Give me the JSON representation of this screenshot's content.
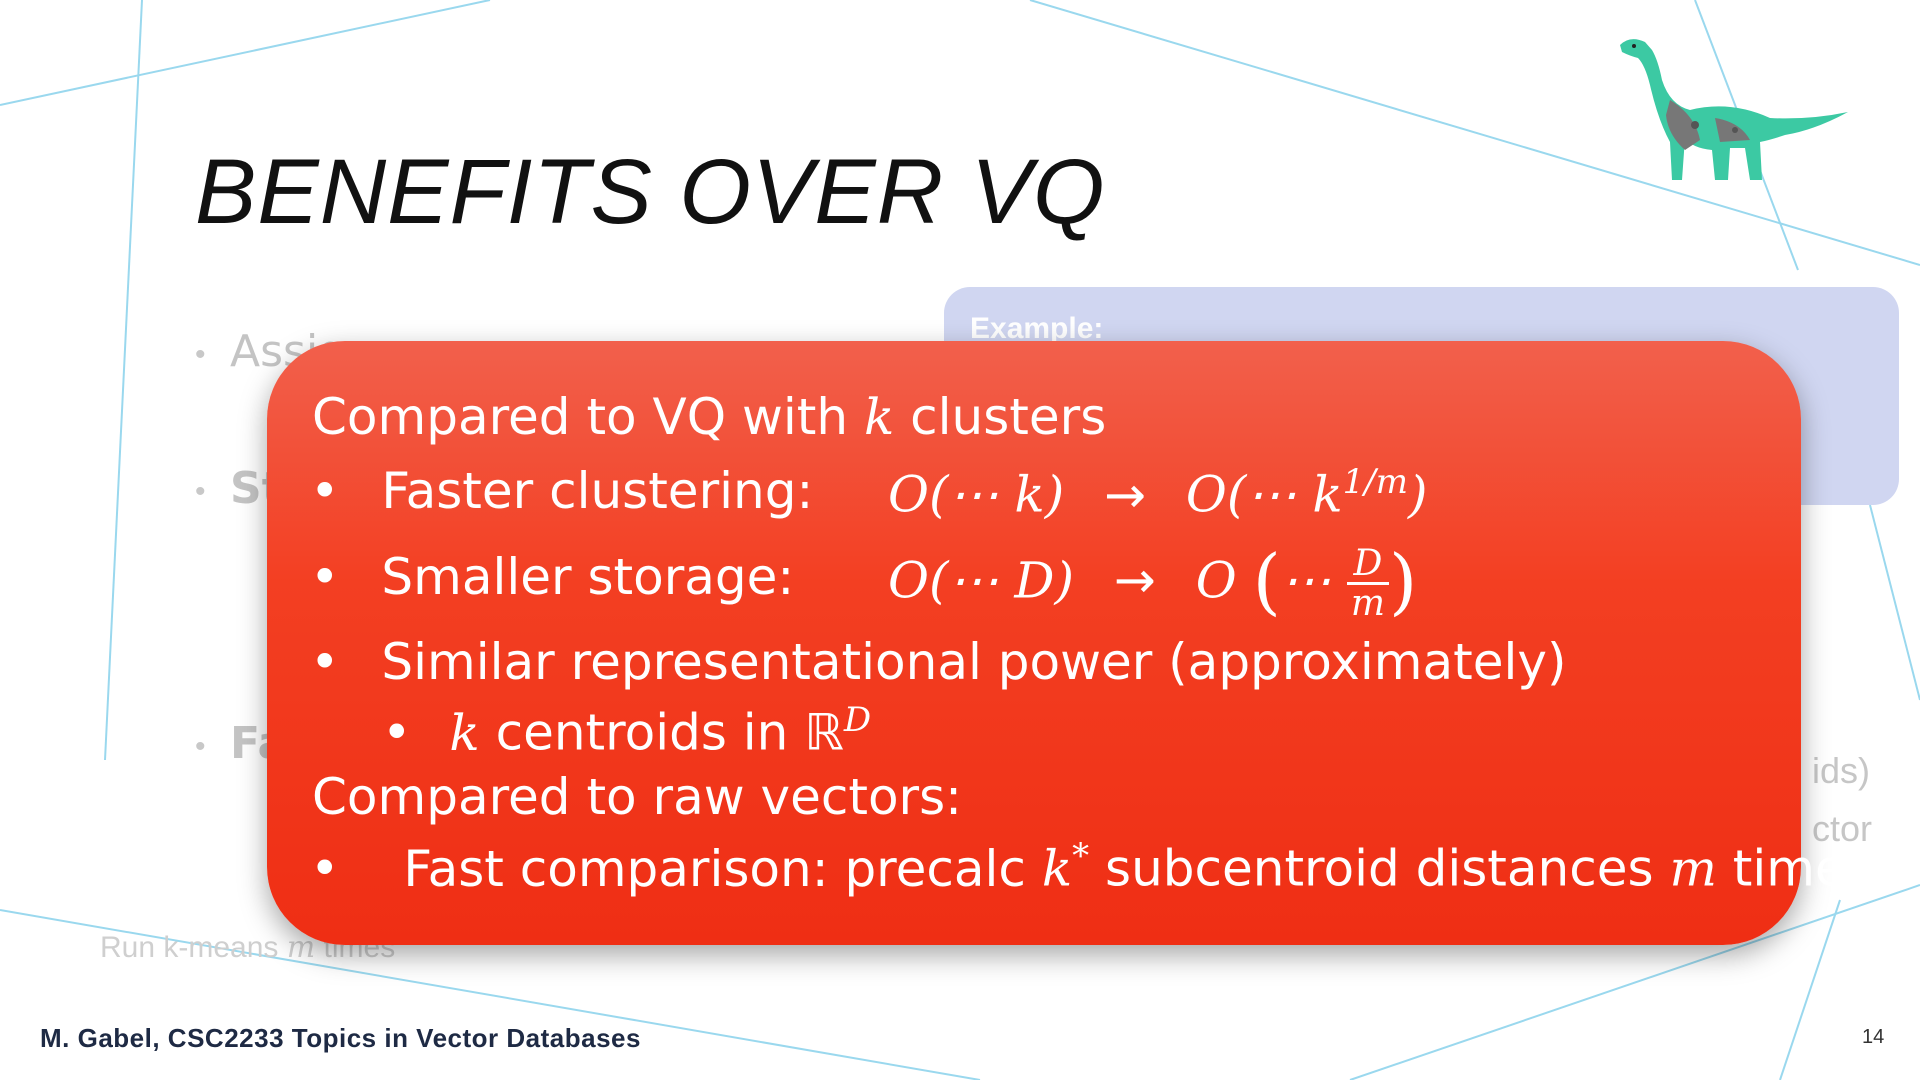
{
  "title": "BENEFITS OVER VQ",
  "background": {
    "bullet_assign": "Assig",
    "bullet_st": "St",
    "bullet_fa": "Fa",
    "example_label": "Example:",
    "right_fragment_1": "ids)",
    "right_fragment_2": "ctor",
    "run_kmeans_prefix": "Run k-means ",
    "run_kmeans_var": "m",
    "run_kmeans_suffix": " times"
  },
  "popup": {
    "heading1_prefix": "Compared to VQ with ",
    "heading1_var": "k",
    "heading1_suffix": " clusters",
    "faster_label": "Faster clustering:",
    "faster_from": "O(⋯ k)",
    "arrow": "→",
    "faster_to_prefix": "O(⋯ k",
    "faster_to_sup": "1/m",
    "faster_to_suffix": ")",
    "storage_label": "Smaller storage:",
    "storage_from": "O(⋯ D)",
    "storage_to_prefix": "O",
    "storage_to_dots": "⋯",
    "storage_frac_num": "D",
    "storage_frac_den": "m",
    "similar_label": "Similar representational power (approximately)",
    "centroids_var": "k",
    "centroids_text": " centroids in ",
    "centroids_space": "ℝ",
    "centroids_sup": "D",
    "heading2": "Compared to raw vectors:",
    "fast_prefix": "Fast comparison: precalc ",
    "fast_var": "k",
    "fast_sup": "*",
    "fast_mid": " subcentroid distances ",
    "fast_var2": "m",
    "fast_suffix": " times"
  },
  "footer": {
    "author": "M. Gabel, CSC2233 Topics in Vector Databases",
    "page": "14"
  },
  "colors": {
    "popup_top": "#f2604c",
    "popup_bottom": "#ef2e14",
    "example_box": "#d0d6f1",
    "deco_lines": "#8fd3ec",
    "dino": "#3cc9a3"
  }
}
